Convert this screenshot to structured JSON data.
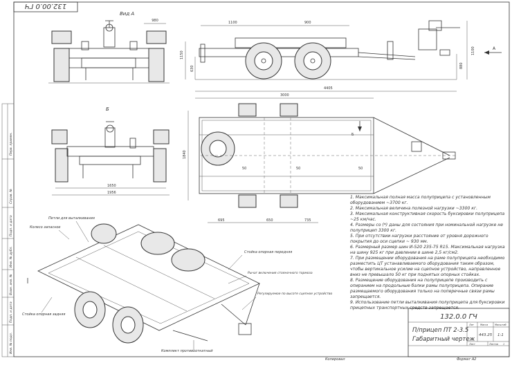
{
  "header": {
    "stamp_code": "132.00.0 ГЧ"
  },
  "views": {
    "view_a_label": "Вид А",
    "view_b_label": "Б",
    "arrow_a_label": "А",
    "arrow_b_label": "Б"
  },
  "dimensions": {
    "top_980": "980",
    "top_1100": "1100",
    "top_900": "900",
    "right_1100": "1100",
    "right_880": "880",
    "left_1150": "1150",
    "left_630": "630",
    "overall_4405": "4405",
    "length_3000": "3000",
    "side_1840": "1840",
    "gap_50a": "50",
    "gap_50b": "50",
    "gap_50c": "50",
    "bottom_695": "695",
    "bottom_650": "650",
    "bottom_735": "735",
    "rear_1650": "1650",
    "rear_1956": "1956"
  },
  "callouts": [
    "Петли для выталкивания",
    "Колесо запасное",
    "Стойка опорная задняя",
    "Стойка опорная передняя",
    "Рычаг включения стояночного тормоза",
    "Регулируемое по высоте сцепное устройство",
    "Комплект противооткатный"
  ],
  "notes": [
    "1. Максимальная полная масса полуприцепа с установленным оборудованием ~3700 кг.",
    "2. Максимальная величина полезной нагрузки ~3300 кг.",
    "3. Максимальная конструктивная скорость буксировки полуприцепа ~25 км/час.",
    "4. Размеры со (*) даны для состояния при номинальной нагрузке не полуприцеп 3300 кг.",
    "5. При отсутствии нагрузки расстояние от уровня дорожного покрытия до оси сцепки ~ 930 мм.",
    "6. Размерный размер шин И-520 235-75 R15. Максимальная нагрузка на шину 925 кг при давлении в шине 2,5 кг/см2.",
    "7. При размещении оборудования на раме полуприцепа необходимо разместить ЦТ устанавливаемого оборудования таким образом, чтобы вертикальное усилие на сцепное устройство, направленное вниз не превышало 50 кг при поднятых опорных стойках.",
    "8. Размещение оборудования на полуприцепе производить с опиранием на продольные балки рамы полуприцепа. Опирание размещаемого оборудования только на поперечные связи рамы запрещается.",
    "9. Использование петли выталкивания полуприцепа для буксировки прицепных транспортных средств запрещается."
  ],
  "title_block": {
    "code": "132.0.0 ГЧ",
    "name_line1": "П/прицеп ПТ 2-3.5",
    "name_line2": "Габаритный чертеж",
    "col_lit": "Лит",
    "col_mass": "Масса",
    "col_scale": "Масштаб",
    "mass_value": "443.25",
    "scale_value": "1:1",
    "sheet_label": "Лист",
    "sheets_label": "Листов",
    "sheets_value": "1"
  },
  "side_strip": [
    "Перв. примен.",
    "Справ. №",
    "Подп. и дата",
    "Инв. № дубл.",
    "Взам. инв. №",
    "Подп. и дата",
    "Инв. № подл."
  ],
  "footer": {
    "copied": "Копировал",
    "format": "Формат  А2"
  }
}
